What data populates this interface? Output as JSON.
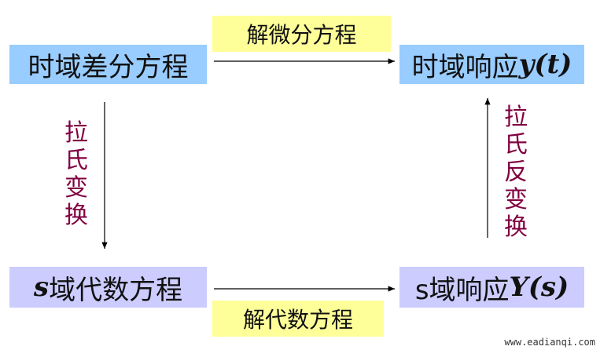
{
  "boxes": {
    "top_left": "时域差分方程",
    "top_right_prefix": "时域响应",
    "top_right_var": "y",
    "top_right_arg": "t",
    "bottom_left_var": "s",
    "bottom_left_suffix": "域代数方程",
    "bottom_right_prefix": "s域响应",
    "bottom_right_var": "Y",
    "bottom_right_arg": "s"
  },
  "labels": {
    "top": "解微分方程",
    "bottom": "解代数方程",
    "left": [
      "拉",
      "氏",
      "变",
      "换"
    ],
    "right": [
      "拉",
      "氏",
      "反",
      "变",
      "换"
    ]
  },
  "watermark": "www.eadianqi.com",
  "colors": {
    "blue_box": "#99ccff",
    "lavender_box": "#ccccff",
    "yellow_label": "#ffff99",
    "vertical_text": "#800040"
  }
}
